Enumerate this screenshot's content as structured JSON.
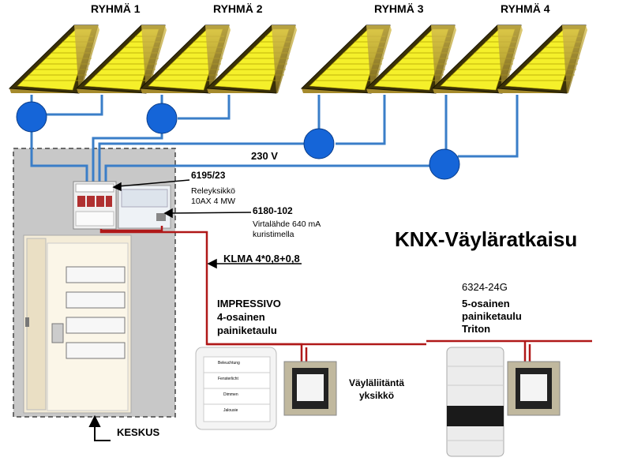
{
  "groups": [
    "RYHMÄ 1",
    "RYHMÄ 2",
    "RYHMÄ 3",
    "RYHMÄ 4"
  ],
  "title": "KNX-Väyläratkaisu",
  "voltage": "230 V",
  "relay": {
    "code": "6195/23",
    "line1": "Releyksikkö",
    "line2": "10AX 4 MW"
  },
  "power": {
    "code": "6180-102",
    "line1": "Virtalähde 640 mA",
    "line2": "kuristimella"
  },
  "cable": "KLMA 4*0,8+0,8",
  "panel1": {
    "line1": "IMPRESSIVO",
    "line2": "4-osainen",
    "line3": "painiketaulu"
  },
  "interface": {
    "line1": "Väyläliitäntä",
    "line2": "yksikkö"
  },
  "panel2": {
    "line1": "6324-24G",
    "line2": "5-osainen",
    "line3": "painiketaulu",
    "line4": "Triton"
  },
  "keskus": "KESKUS",
  "switch_labels": [
    "Beleuchtung",
    "Fensterlicht",
    "Dimmen",
    "Jalousie"
  ],
  "colors": {
    "wire_blue": "#3a7ec8",
    "bus_red": "#b01818",
    "node_blue": "#1565d8",
    "lamp_yellow": "#f5f02a",
    "cabinet_gray": "#c8c8c8"
  }
}
